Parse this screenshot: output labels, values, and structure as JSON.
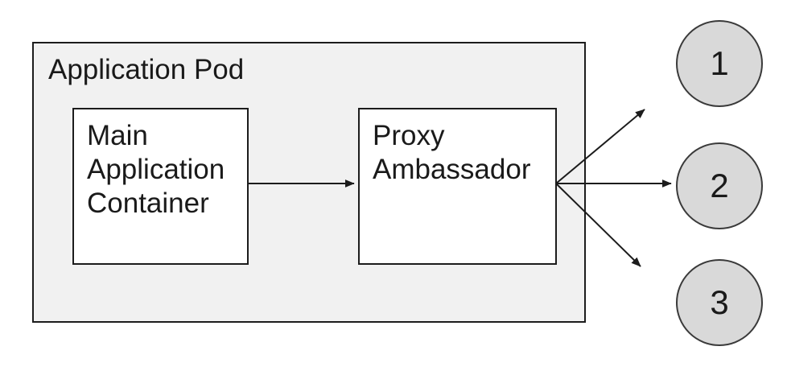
{
  "diagram": {
    "pod": {
      "label": "Application Pod"
    },
    "nodes": {
      "main_container": {
        "label": "Main Application Container"
      },
      "proxy_ambassador": {
        "label": "Proxy Ambassador"
      }
    },
    "endpoints": [
      {
        "label": "1"
      },
      {
        "label": "2"
      },
      {
        "label": "3"
      }
    ],
    "edges": [
      {
        "from": "main-application-container",
        "to": "proxy-ambassador"
      },
      {
        "from": "proxy-ambassador",
        "to": "endpoint-1"
      },
      {
        "from": "proxy-ambassador",
        "to": "endpoint-2"
      },
      {
        "from": "proxy-ambassador",
        "to": "endpoint-3"
      }
    ],
    "colors": {
      "pod_fill": "#f1f1f1",
      "node_fill": "#ffffff",
      "endpoint_fill": "#d9d9d9",
      "border": "#1c1c1c",
      "line": "#1c1c1c",
      "text": "#1a1a1a"
    }
  }
}
